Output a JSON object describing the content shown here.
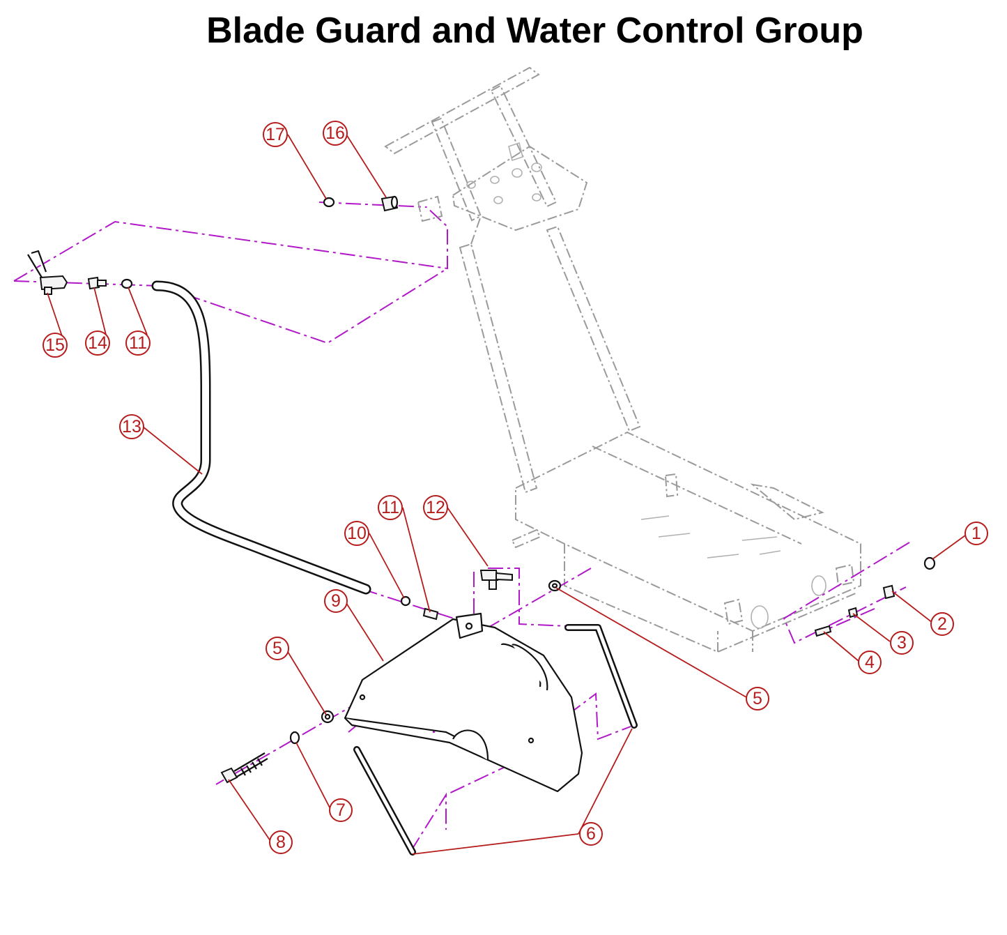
{
  "title": "Blade Guard and Water Control Group",
  "colors": {
    "callout": "#b51c1c",
    "guide_line": "#b018c8",
    "frame_outline": "#9a9a9a",
    "part_outline": "#111111"
  },
  "callouts": {
    "c1": "1",
    "c2": "2",
    "c3": "3",
    "c4": "4",
    "c5a": "5",
    "c5b": "5",
    "c6": "6",
    "c7": "7",
    "c8": "8",
    "c9": "9",
    "c10": "10",
    "c11a": "11",
    "c11b": "11",
    "c12": "12",
    "c13": "13",
    "c14": "14",
    "c15": "15",
    "c16": "16",
    "c17": "17"
  }
}
